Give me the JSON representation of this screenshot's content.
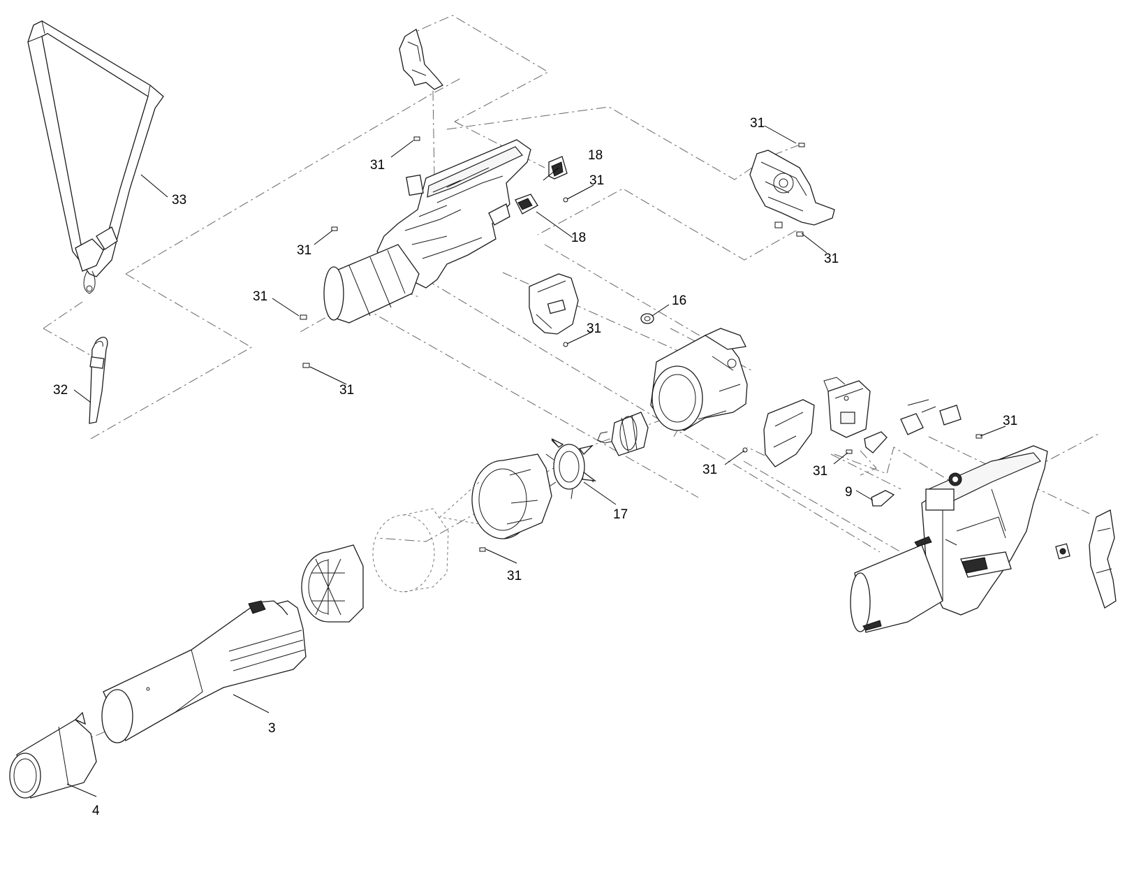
{
  "diagram": {
    "type": "exploded-parts-view",
    "callouts": [
      {
        "id": "c33",
        "label": "33"
      },
      {
        "id": "c32",
        "label": "32"
      },
      {
        "id": "c31a",
        "label": "31"
      },
      {
        "id": "c31b",
        "label": "31"
      },
      {
        "id": "c31c",
        "label": "31"
      },
      {
        "id": "c31d",
        "label": "31"
      },
      {
        "id": "c31e",
        "label": "31"
      },
      {
        "id": "c31f",
        "label": "31"
      },
      {
        "id": "c31g",
        "label": "31"
      },
      {
        "id": "c31h",
        "label": "31"
      },
      {
        "id": "c31i",
        "label": "31"
      },
      {
        "id": "c31j",
        "label": "31"
      },
      {
        "id": "c31k",
        "label": "31"
      },
      {
        "id": "c31l",
        "label": "31"
      },
      {
        "id": "c18a",
        "label": "18"
      },
      {
        "id": "c18b",
        "label": "18"
      },
      {
        "id": "c16",
        "label": "16"
      },
      {
        "id": "c17",
        "label": "17"
      },
      {
        "id": "c9",
        "label": "9"
      },
      {
        "id": "c3",
        "label": "3"
      },
      {
        "id": "c4",
        "label": "4"
      }
    ]
  }
}
